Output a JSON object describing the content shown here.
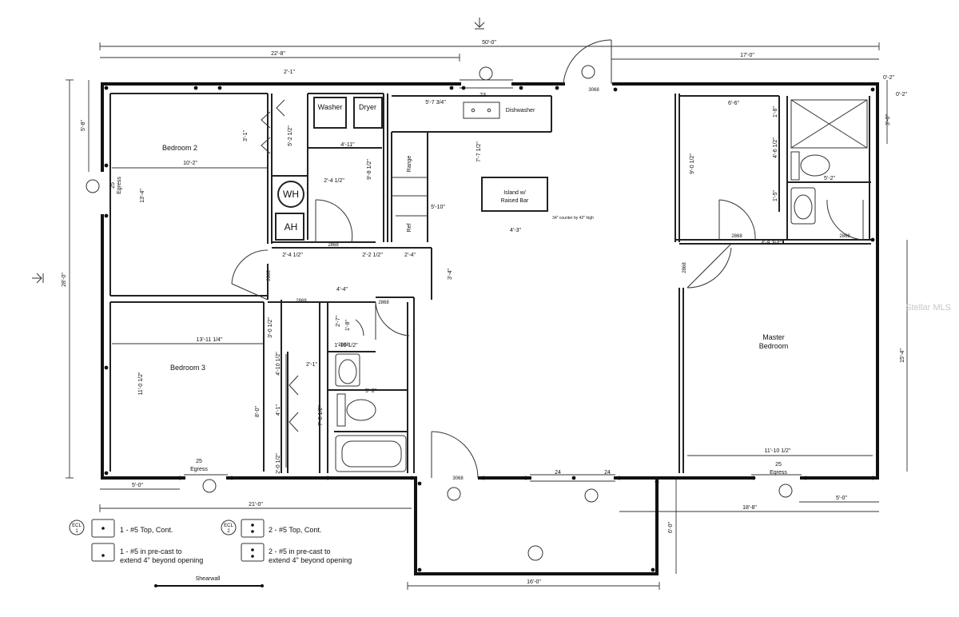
{
  "rooms": {
    "bedroom2": "Bedroom 2",
    "bedroom3": "Bedroom 3",
    "master": [
      "Master",
      "Bedroom"
    ]
  },
  "fixtures": {
    "washer": "Washer",
    "dryer": "Dryer",
    "wh": "WH",
    "ah": "AH",
    "range": "Range",
    "ref": "Ref",
    "dishwasher": "Dishwasher",
    "island": [
      "Island w/",
      "Raised Bar"
    ],
    "island_note": "34\" counter by 42\" high"
  },
  "dimensions": {
    "overall_width": "50'-0\"",
    "left_width": "22'-8\"",
    "right_width": "17'-0\"",
    "overall_depth": "28'-0\"",
    "bottom_left": "21'-0\"",
    "bottom_right": "18'-8\"",
    "porch_width": "16'-0\"",
    "porch_depth": "6'-0\"",
    "bed2_width": "10'-2\"",
    "bed2_depth": "13'-4\"",
    "bed3_width": "13'-11 1/4\"",
    "bed3_depth": "11'-0 1/2\"",
    "master_width": "11'-10 1/2\"",
    "master_depth": "15'-4\"",
    "left_top_seg": "5'-8\"",
    "egress_left_offset": "5'-0\"",
    "egress_right_offset": "5'-0\"",
    "r_top1": "0'-2\"",
    "r_top2": "0'-2\"",
    "r_side": "3'-0\"",
    "kitchen_top": "5'-7 3/4\"",
    "kitchen_mid": "5'-10\"",
    "island_len": "4'-3\"",
    "kitchen_depth": "7'-7 1/2\"",
    "hall_depth": "3'-4\"",
    "laundry_top": "2'-1\"",
    "laundry_w": "4'-11\"",
    "laundry_d": "5'-2 1/2\"",
    "closet_b2": "3'-1\"",
    "wh_w": "2'-4 1/2\"",
    "pantry_d": "9'-8 1/2\"",
    "hall_a": "2'-4 1/2\"",
    "hall_b": "2'-2 1/2\"",
    "hall_c": "2'-4\"",
    "hall_d": "4'-4\"",
    "closet_b3a": "3'-0 1/2\"",
    "bath2_a": "2'-7\"",
    "bath2_b": "1'-8\"",
    "bath2_c": "1'-10 1/2\"",
    "bath2_d": "2'-1\"",
    "bath2_e": "5'-0\"",
    "bath2_f": "7'-8 1/2\"",
    "closet_b3b": "8'-0\"",
    "closet_b3c": "4'-1\"",
    "closet_b3d": "2'-0 1/2\"",
    "closet_b3e": "4'-10 1/2\"",
    "mclo_w": "6'-6\"",
    "mclo_d": "9'-0 1/2\"",
    "mbath_a": "4'-6 1/2\"",
    "mbath_b": "1'-5\"",
    "mbath_c": "5'-2\"",
    "mbath_d": "1'-8\"",
    "mbath_e": "4'-8 3/4\""
  },
  "doors": {
    "d1": "2868",
    "d2": "2868",
    "d3": "2868",
    "d4": "2868",
    "d5": "2868",
    "d6": "2868",
    "d7": "2868",
    "d8": "2868",
    "d9": "3068",
    "d10": "3068"
  },
  "windows": {
    "w1": "23",
    "w2": "24",
    "w3": "24",
    "w4": "25",
    "w5": "25",
    "w6": "25"
  },
  "egress": {
    "e1": "Egress",
    "e2": "Egress",
    "e3": "Egress"
  },
  "ecl": {
    "t1": "ECL",
    "n1": "1",
    "t2": "ECL",
    "n2": "2"
  },
  "legend": {
    "item1": "1 - #5 Top, Cont.",
    "item2a": "1 - #5 in pre-cast to",
    "item2b": "extend 4\" beyond opening",
    "item3": "2 - #5 Top, Cont.",
    "item4a": "2 - #5 in pre-cast to",
    "item4b": "extend 4\" beyond opening",
    "shearwall": "Shearwall"
  },
  "watermark": "Stellar MLS"
}
